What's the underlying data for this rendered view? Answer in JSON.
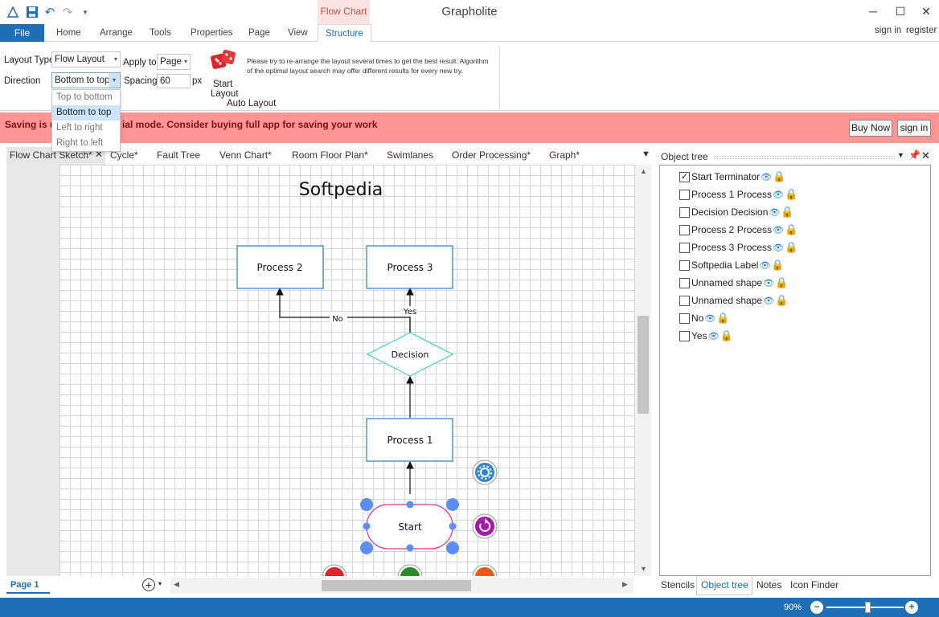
{
  "app": {
    "title": "Grapholite",
    "context_tab": "Flow Chart"
  },
  "quick_access": {
    "icons": [
      "logo-icon",
      "save-icon",
      "undo-icon",
      "redo-icon",
      "customize-icon"
    ]
  },
  "ribbon_tabs": {
    "file": "File",
    "tabs": [
      "Home",
      "Arrange",
      "Tools",
      "Properties",
      "Page",
      "View",
      "Structure"
    ],
    "active": "Structure"
  },
  "account": {
    "sign_in": "sign in",
    "register": "register"
  },
  "structure": {
    "layout_type_label": "Layout Type",
    "layout_type_value": "Flow Layout",
    "apply_to_label": "Apply to",
    "apply_to_value": "Page",
    "direction_label": "Direction",
    "direction_value": "Bottom to top",
    "spacing_label": "Spacing",
    "spacing_value": "60",
    "spacing_unit": "px",
    "start_layout_1": "Start",
    "start_layout_2": "Layout",
    "hint": "Please try to re-arrange the layout several times to get the best result. Algorithm of the optimal layout search may offer different results for every new try.",
    "group_label": "Auto Layout",
    "direction_options": [
      "Top to bottom",
      "Bottom to top",
      "Left to right",
      "Right to left"
    ]
  },
  "banner": {
    "text_a": "Saving is u",
    "text_b": "ial mode. Consider buying full app for saving your work",
    "buy_now": "Buy Now",
    "sign_in": "sign in"
  },
  "doc_tabs": [
    "Flow Chart Sketch*",
    "Cycle*",
    "Fault Tree",
    "Venn Chart*",
    "Room Floor Plan*",
    "Swimlanes",
    "Order Processing*",
    "Graph*"
  ],
  "diagram": {
    "title": "Softpedia",
    "process2": "Process 2",
    "process3": "Process 3",
    "decision": "Decision",
    "process1": "Process 1",
    "start": "Start",
    "no": "No",
    "yes": "Yes"
  },
  "page_tab": "Page 1",
  "object_tree": {
    "title": "Object tree",
    "items": [
      {
        "label": "Start Terminator",
        "checked": true
      },
      {
        "label": "Process 1 Process",
        "checked": false
      },
      {
        "label": "Decision Decision",
        "checked": false
      },
      {
        "label": "Process 2 Process",
        "checked": false
      },
      {
        "label": "Process 3 Process",
        "checked": false
      },
      {
        "label": "Softpedia Label",
        "checked": false
      },
      {
        "label": "Unnamed shape",
        "checked": false
      },
      {
        "label": "Unnamed shape",
        "checked": false
      },
      {
        "label": "No",
        "checked": false
      },
      {
        "label": "Yes",
        "checked": false
      }
    ]
  },
  "panel_tabs": [
    "Stencils",
    "Object tree",
    "Notes",
    "Icon Finder"
  ],
  "zoom": {
    "level": "90%",
    "value": 90
  },
  "colors": {
    "accent": "#1e6fb5",
    "banner": "#ff9595",
    "decision": "#3ddc97",
    "start": "#e0338f",
    "handle": "#5b8ef0"
  }
}
